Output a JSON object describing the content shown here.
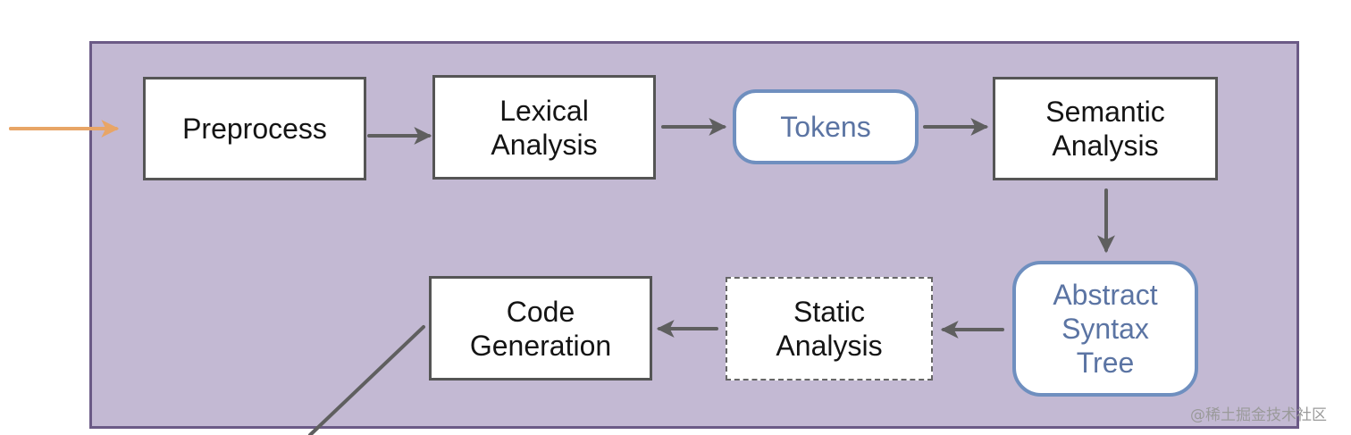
{
  "nodes": {
    "preprocess": "Preprocess",
    "lexical_analysis": "Lexical\nAnalysis",
    "tokens": "Tokens",
    "semantic_analysis": "Semantic\nAnalysis",
    "abstract_syntax_tree": "Abstract\nSyntax\nTree",
    "static_analysis": "Static\nAnalysis",
    "code_generation": "Code\nGeneration"
  },
  "watermark": "@稀土掘金技术社区",
  "colors": {
    "container_fill": "#c3b9d3",
    "container_border": "#6b5a86",
    "arrow": "#5f5f5f",
    "entry_arrow": "#e8a566",
    "rounded_border": "#6f8fbf",
    "rounded_text": "#5b74a3"
  }
}
